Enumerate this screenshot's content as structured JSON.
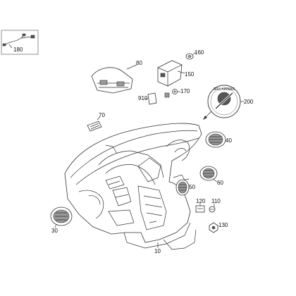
{
  "diagram": {
    "callouts": [
      {
        "id": "c180",
        "label": "180"
      },
      {
        "id": "c160",
        "label": "160"
      },
      {
        "id": "c80",
        "label": "80"
      },
      {
        "id": "c150",
        "label": "150"
      },
      {
        "id": "c170",
        "label": "170"
      },
      {
        "id": "c910",
        "label": "910"
      },
      {
        "id": "c200",
        "label": "200"
      },
      {
        "id": "c70",
        "label": "70"
      },
      {
        "id": "c40",
        "label": "40"
      },
      {
        "id": "c50",
        "label": "50"
      },
      {
        "id": "c60",
        "label": "60"
      },
      {
        "id": "c120",
        "label": "120"
      },
      {
        "id": "c110",
        "label": "110"
      },
      {
        "id": "c130",
        "label": "130"
      },
      {
        "id": "c30",
        "label": "30"
      },
      {
        "id": "c10",
        "label": "10"
      }
    ],
    "badge_text": "SRS AIRBAG"
  }
}
